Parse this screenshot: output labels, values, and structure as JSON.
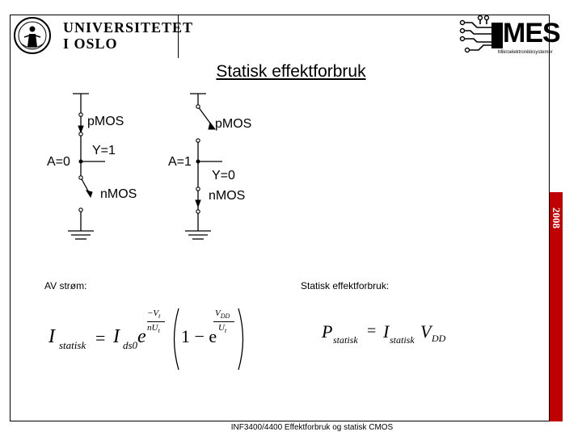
{
  "header": {
    "uio_line1": "UNIVERSITETET",
    "uio_line2": "I OSLO",
    "mes_word": "MES",
    "mes_subtitle": "Mikroelektronikksystemer"
  },
  "slide": {
    "title": "Statisk effektforbruk",
    "year": "2008",
    "footer": "INF3400/4400 Effektforbruk og statisk CMOS"
  },
  "circuit_left": {
    "pmos_label": "pMOS",
    "nmos_label": "nMOS",
    "input_label": "A=0",
    "output_label": "Y=1"
  },
  "circuit_right": {
    "pmos_label": "pMOS",
    "nmos_label": "nMOS",
    "input_label": "A=1",
    "output_label": "Y=0"
  },
  "equations": {
    "left_heading": "AV strøm:",
    "right_heading": "Statisk effektforbruk:",
    "left_formula": {
      "lhs": "I",
      "lhs_sub": "statisk",
      "eq": "=",
      "rhs": "I",
      "rhs_sub": "ds0",
      "base": "e",
      "exp_num": "−V",
      "exp_num_sub": "t",
      "exp_den": "nU",
      "exp_den_sub": "t",
      "one_minus": "1 − e",
      "exp2_num": "V",
      "exp2_num_sub": "DD",
      "exp2_den": "U",
      "exp2_den_sub": "t"
    },
    "right_formula": {
      "lhs": "P",
      "lhs_sub": "statisk",
      "eq": "=",
      "i": "I",
      "i_sub": "statisk",
      "v": "V",
      "v_sub": "DD"
    }
  }
}
